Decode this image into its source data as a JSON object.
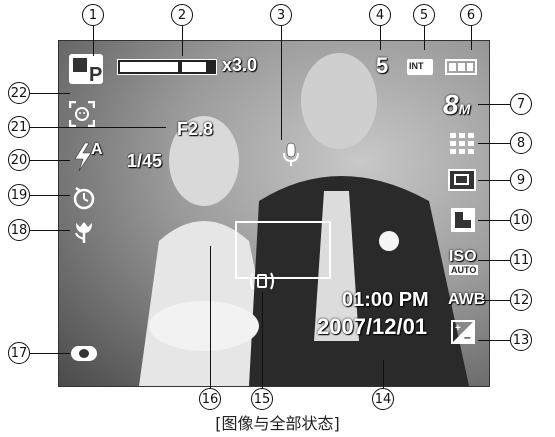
{
  "screen": {
    "zoom": "x3.0",
    "shots_remaining": "5",
    "aperture": "F2.8",
    "shutter": "1/45",
    "time": "01:00 PM",
    "date": "2007/12/01",
    "size": "8M",
    "size_unit": "M",
    "size_num": "8",
    "mode_letter": "P",
    "iso": "ISO",
    "iso_value": "AUTO",
    "awb": "AWB",
    "flash_letter": "A",
    "memory": "INT"
  },
  "callouts": [
    "1",
    "2",
    "3",
    "4",
    "5",
    "6",
    "7",
    "8",
    "9",
    "10",
    "11",
    "12",
    "13",
    "14",
    "15",
    "16",
    "17",
    "18",
    "19",
    "20",
    "21",
    "22"
  ],
  "caption": "[图像与全部状态]",
  "icons": {
    "mode": "camera-program-icon",
    "zoom_bar": "zoom-bar-icon",
    "voice": "microphone-icon",
    "memory": "internal-memory-icon",
    "battery": "battery-icon",
    "quality": "quality-grid-icon",
    "metering": "metering-icon",
    "drive": "drive-mode-icon",
    "ev": "exposure-compensation-icon",
    "flash": "flash-auto-icon",
    "timer": "self-timer-icon",
    "macro": "macro-flower-icon",
    "face": "face-detect-icon",
    "ois": "shake-warning-icon",
    "focus": "autofocus-frame",
    "histogram": "histogram-icon"
  }
}
